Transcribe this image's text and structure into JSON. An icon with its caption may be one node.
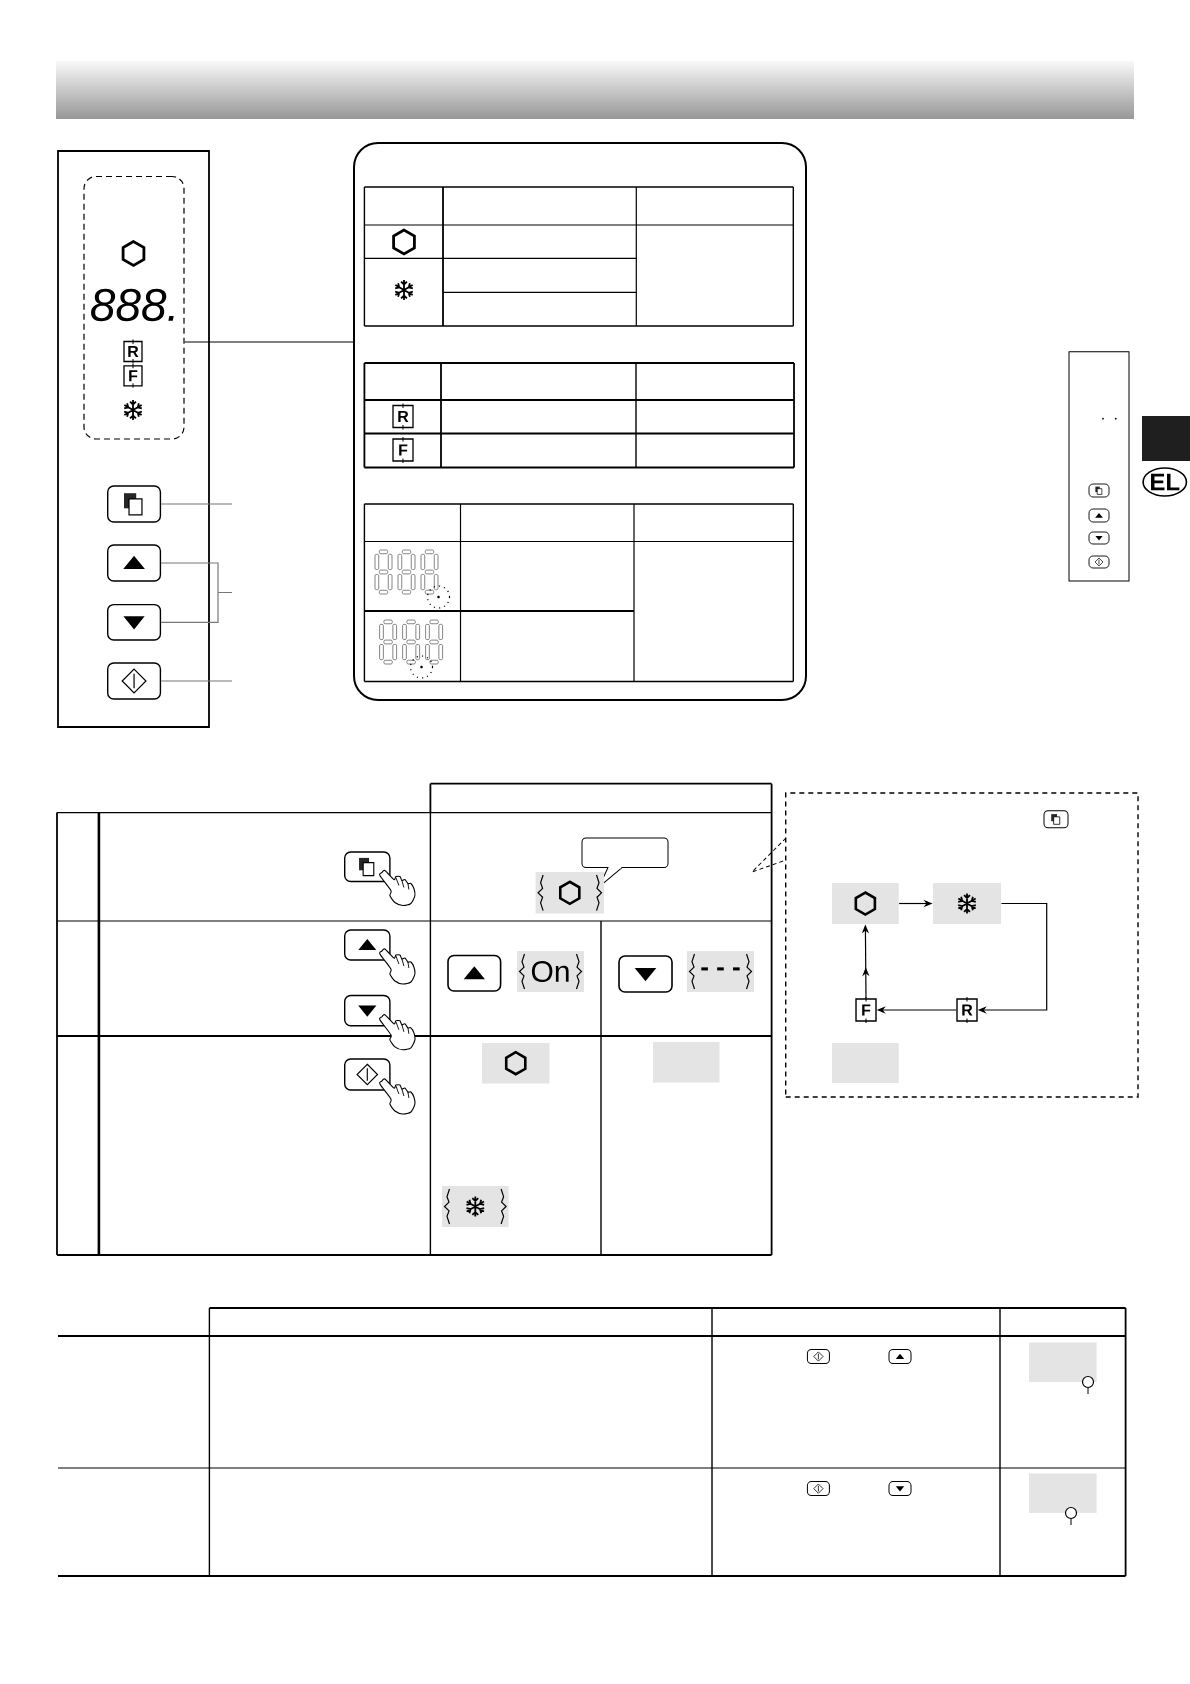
{
  "diagram": {
    "nodes": [
      {
        "text": [],
        "shape": "box"
      },
      {
        "text": [
          "888.",
          "R",
          "F"
        ],
        "in": 0
      },
      {
        "text": [],
        "shape": "box",
        "in": 0
      },
      {
        "text": [],
        "shape": "box",
        "in": 0
      },
      {
        "text": [],
        "shape": "box",
        "in": 0
      },
      {
        "text": [],
        "shape": "box",
        "in": 0
      },
      {
        "text": [
          "R",
          "F"
        ]
      },
      {
        "text": [
          "EL"
        ]
      },
      {
        "text": [],
        "shape": "bubble"
      },
      {
        "text": [],
        "shape": "box"
      },
      {
        "text": [
          "On"
        ]
      },
      {
        "text": [
          "- - -"
        ]
      },
      {
        "text": [],
        "shape": "box"
      },
      {
        "text": [],
        "shape": "box"
      },
      {
        "text": [],
        "shape": "box"
      },
      {
        "text": [],
        "shape": "box"
      },
      {
        "text": [],
        "shape": "box",
        "in": 15
      },
      {
        "text": [],
        "shape": "box",
        "in": 15
      },
      {
        "text": [
          "R"
        ],
        "in": 15
      },
      {
        "text": [
          "F"
        ],
        "in": 15
      },
      {
        "text": [],
        "shape": "box",
        "in": 15
      },
      {
        "text": [],
        "shape": "box"
      },
      {
        "text": [],
        "shape": "box"
      }
    ],
    "edges": [
      {
        "from": 1,
        "to": 6,
        "arrow": "none"
      },
      {
        "from": 2,
        "to": null,
        "arrow": "none",
        "color": "#777777"
      },
      {
        "from": 3,
        "to": null,
        "arrow": "none",
        "color": "#777777"
      },
      {
        "from": 4,
        "to": null,
        "arrow": "none",
        "color": "#777777"
      },
      {
        "from": 5,
        "to": null,
        "arrow": "none",
        "color": "#777777"
      },
      {
        "from": 16,
        "to": 17,
        "arrow": "to"
      },
      {
        "from": 17,
        "to": 18,
        "arrow": "to"
      },
      {
        "from": 18,
        "to": 19,
        "arrow": "to"
      },
      {
        "from": 19,
        "to": 16,
        "arrow": "to"
      }
    ]
  }
}
